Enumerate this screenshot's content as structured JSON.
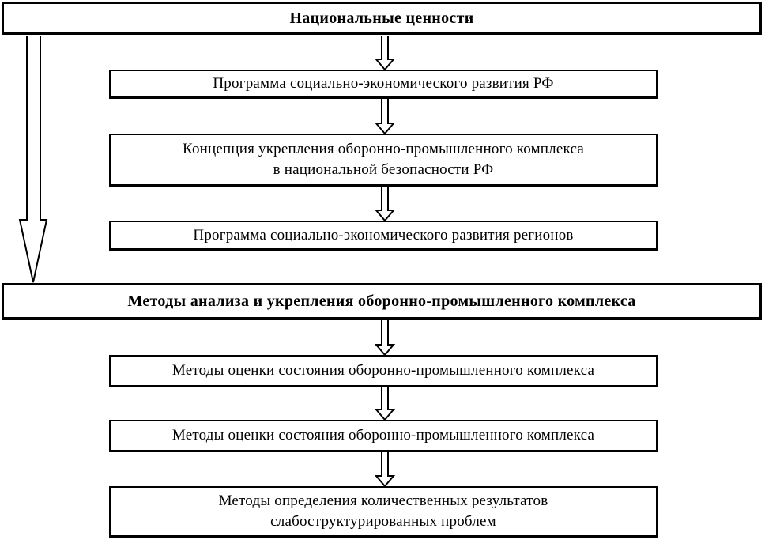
{
  "diagram": {
    "boxes": {
      "national_values": {
        "label": "Национальные ценности"
      },
      "program_rf": {
        "label": "Программа социально-экономического развития РФ"
      },
      "concept_opk": {
        "line1": "Концепция укрепления оборонно-промышленного комплекса",
        "line2": "в национальной безопасности РФ"
      },
      "program_regions": {
        "label": "Программа социально-экономического развития регионов"
      },
      "methods_banner": {
        "label": "Методы анализа и укрепления оборонно-промышленного комплекса"
      },
      "methods_assessment_1": {
        "label": "Методы оценки состояния оборонно-промышленного комплекса"
      },
      "methods_assessment_2": {
        "label": "Методы оценки состояния оборонно-промышленного комплекса"
      },
      "methods_quantitative": {
        "line1": "Методы определения количественных результатов",
        "line2": "слабоструктурированных проблем"
      }
    },
    "colors": {
      "ink": "#000000",
      "background": "#ffffff"
    }
  }
}
